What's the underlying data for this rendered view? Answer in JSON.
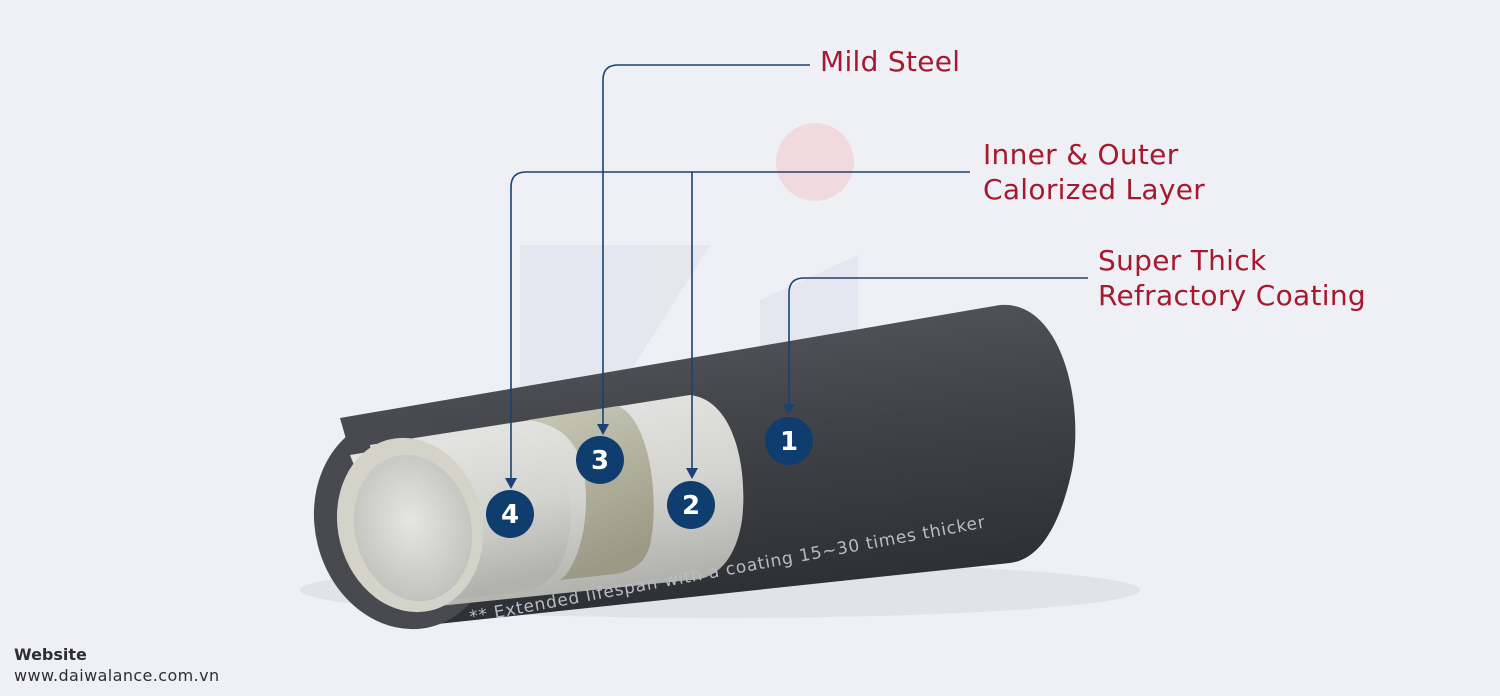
{
  "labels": {
    "mild_steel": "Mild Steel",
    "calorized_line1": "Inner & Outer",
    "calorized_line2": "Calorized Layer",
    "coating_line1": "Super Thick",
    "coating_line2": "Refractory Coating"
  },
  "markers": [
    "1",
    "2",
    "3",
    "4"
  ],
  "note": "** Extended lifespan with a coating 15~30 times thicker",
  "footer": {
    "title": "Website",
    "url": "www.daiwalance.com.vn"
  },
  "colors": {
    "label": "#a6192e",
    "marker": "#0f3d6e",
    "leader": "#1b4272"
  }
}
